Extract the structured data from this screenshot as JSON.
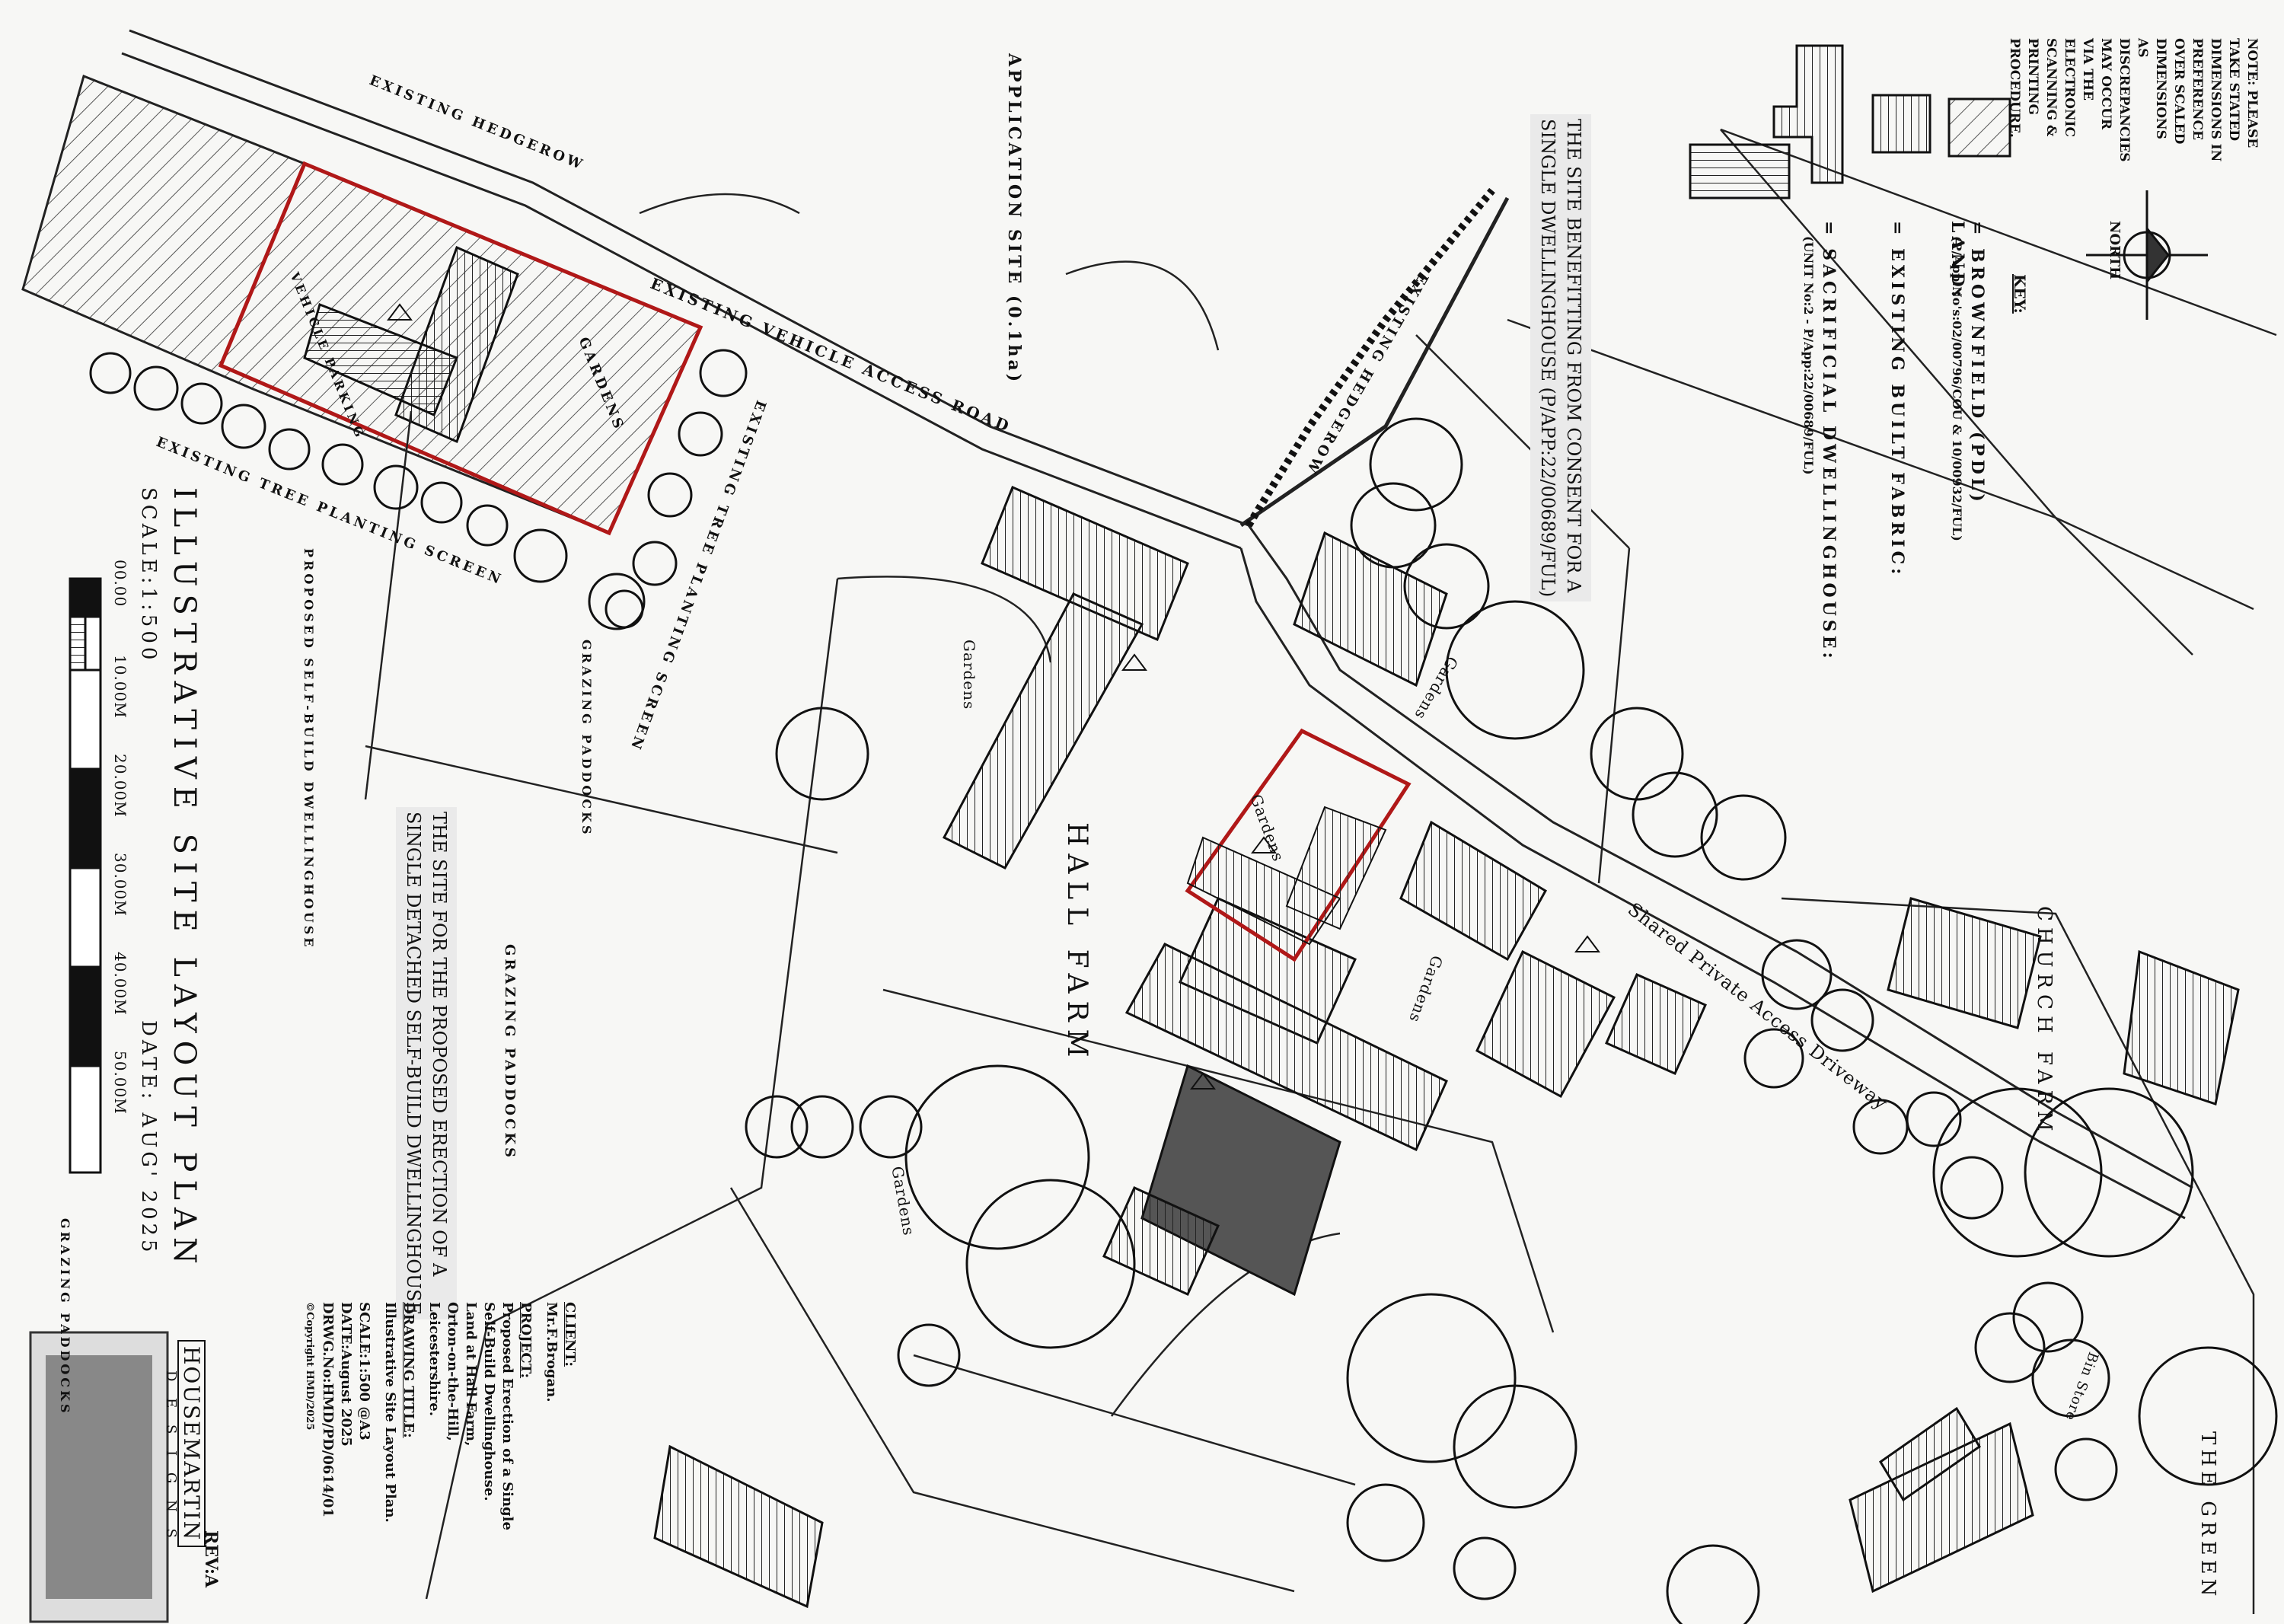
{
  "note": {
    "line1": "NOTE: PLEASE TAKE STATED DIMENSIONS IN PREFERENCE",
    "line2": "OVER SCALED DIMENSIONS AS DISCREPANCIES MAY OCCUR",
    "line3": "VIA THE ELECTRONIC SCANNING & PRINTING PROCEDURE."
  },
  "north": "NORTH",
  "key": {
    "title": "KEY:",
    "brownfield": "= BROWNFIELD (PDL) LAND:",
    "brownfield_ref": "(P/App:No's:02/00796/COU & 10/00932/FUL)",
    "existing": "= EXISTING BUILT FABRIC:",
    "sacrificial": "= SACRIFICIAL DWELLINGHOUSE:",
    "sacrificial_ref": "(UNIT No:2 - P/App:22/00689/FUL)"
  },
  "callouts": {
    "benefit1": "THE SITE BENEFITTING FROM CONSENT FOR A",
    "benefit2": "SINGLE DWELLINGHOUSE (P/APP:22/00689/FUL)",
    "proposal1": "THE SITE FOR THE PROPOSED ERECTION OF A",
    "proposal2": "SINGLE DETACHED SELF-BUILD DWELLINGHOUSE"
  },
  "labels": {
    "hedgerow_top": "EXISTING HEDGEROW",
    "hedgerow_right": "EXISTING HEDGEROW",
    "access_road": "EXISTING VEHICLE ACCESS ROAD",
    "tree_screen_bottom": "EXISTING TREE PLANTING SCREEN",
    "tree_screen_side": "EXISTING TREE PLANTING SCREEN",
    "application_site": "APPLICATION SITE (0.1ha)",
    "gardens": "GARDENS",
    "vehicle_parking": "VEHICLE PARKING",
    "grazing1": "GRAZING PADDOCKS",
    "grazing2": "GRAZING PADDOCKS",
    "grazing3": "GRAZING PADDOCKS",
    "proposed_dwelling": "PROPOSED SELF-BUILD DWELLINGHOUSE",
    "hall_farm": "HALL FARM",
    "church_farm": "CHURCH FARM",
    "the_green": "THE GREEN",
    "driveway": "Shared Private Access Driveway",
    "gardens_a": "Gardens",
    "gardens_b": "Gardens",
    "gardens_c": "Gardens",
    "gardens_d": "Gardens",
    "gardens_e": "Gardens",
    "bin_store": "Bin Store"
  },
  "plan": {
    "title": "ILLUSTRATIVE SITE LAYOUT PLAN",
    "scale": "SCALE:1:500",
    "date": "DATE: AUG' 2025",
    "scalebar": [
      "00.00",
      "10.00M",
      "20.00M",
      "30.00M",
      "40.00M",
      "50.00M"
    ]
  },
  "title_block": {
    "client_label": "CLIENT:",
    "client": "Mr.F.Brogan.",
    "project_label": "PROJECT:",
    "project_lines": [
      "Proposed Erection of a Single",
      "Self-Build Dwellinghouse.",
      "Land at Hall Farm,",
      "Orton-on-the-Hill,",
      "Leicestershire."
    ],
    "drawing_label": "DRAWING TITLE:",
    "drawing_lines": [
      "Illustrative Site Layout Plan."
    ],
    "scale": "SCALE:1:500 @A3",
    "date": "DATE:August 2025",
    "drwg": "DRWG.No:HMD/PD/0614/01",
    "copyright": "©Copyright HMD/2025",
    "rev": "REV:A",
    "brand": "HOUSEMARTIN",
    "brand_sub": "D E S I G N S"
  }
}
